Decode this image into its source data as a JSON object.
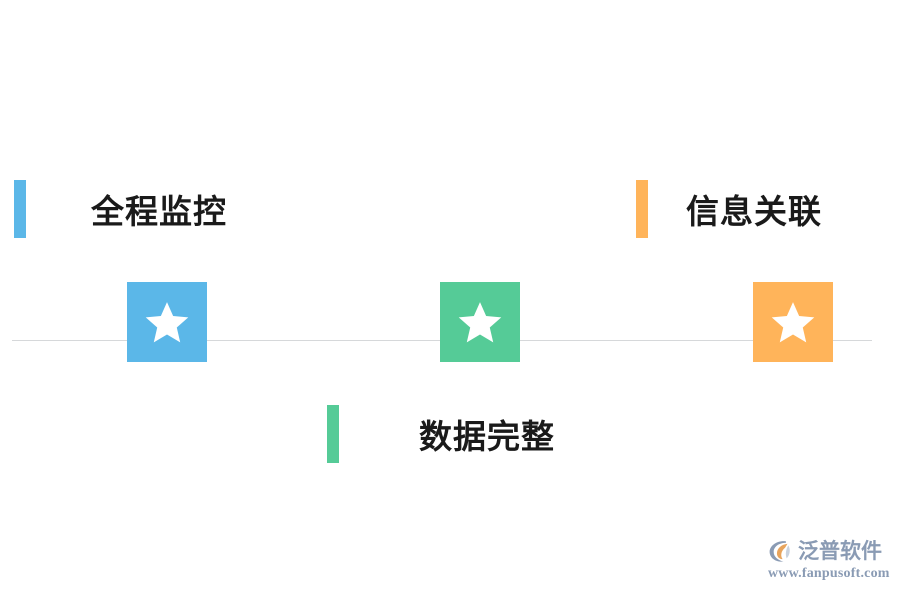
{
  "diagram": {
    "type": "timeline-milestones",
    "background": "#ffffff",
    "rule_color": "#d6d8da",
    "milestones": [
      {
        "id": "monitor",
        "icon": "star-icon",
        "color": "#5BB7E8",
        "label": "全程监控",
        "label_position": "above-left"
      },
      {
        "id": "integrity",
        "icon": "star-icon",
        "color": "#55CB97",
        "label": "数据完整",
        "label_position": "below"
      },
      {
        "id": "relation",
        "icon": "star-icon",
        "color": "#FFB45A",
        "label": "信息关联",
        "label_position": "above-right"
      }
    ]
  },
  "watermark": {
    "brand_name": "泛普软件",
    "url": "www.fanpusoft.com",
    "logo_icon": "fanpu-logo-icon",
    "text_color": "#8A9BB4",
    "accent_color": "#E8A45C"
  }
}
